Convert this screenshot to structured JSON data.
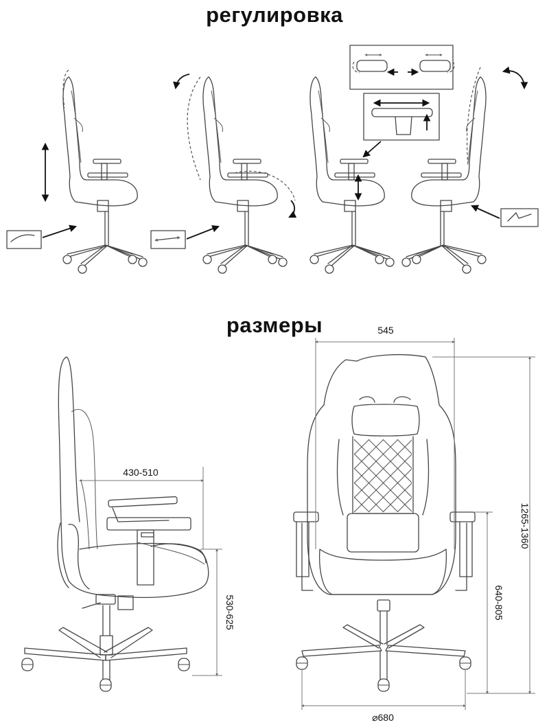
{
  "titles": {
    "adjustment": "регулировка",
    "dimensions": "размеры"
  },
  "dimensions": {
    "top_width": "545",
    "seat_depth": "430-510",
    "seat_height": "530-625",
    "total_height": "1265-1360",
    "armrest_height": "640-805",
    "base_diameter": "⌀680"
  }
}
